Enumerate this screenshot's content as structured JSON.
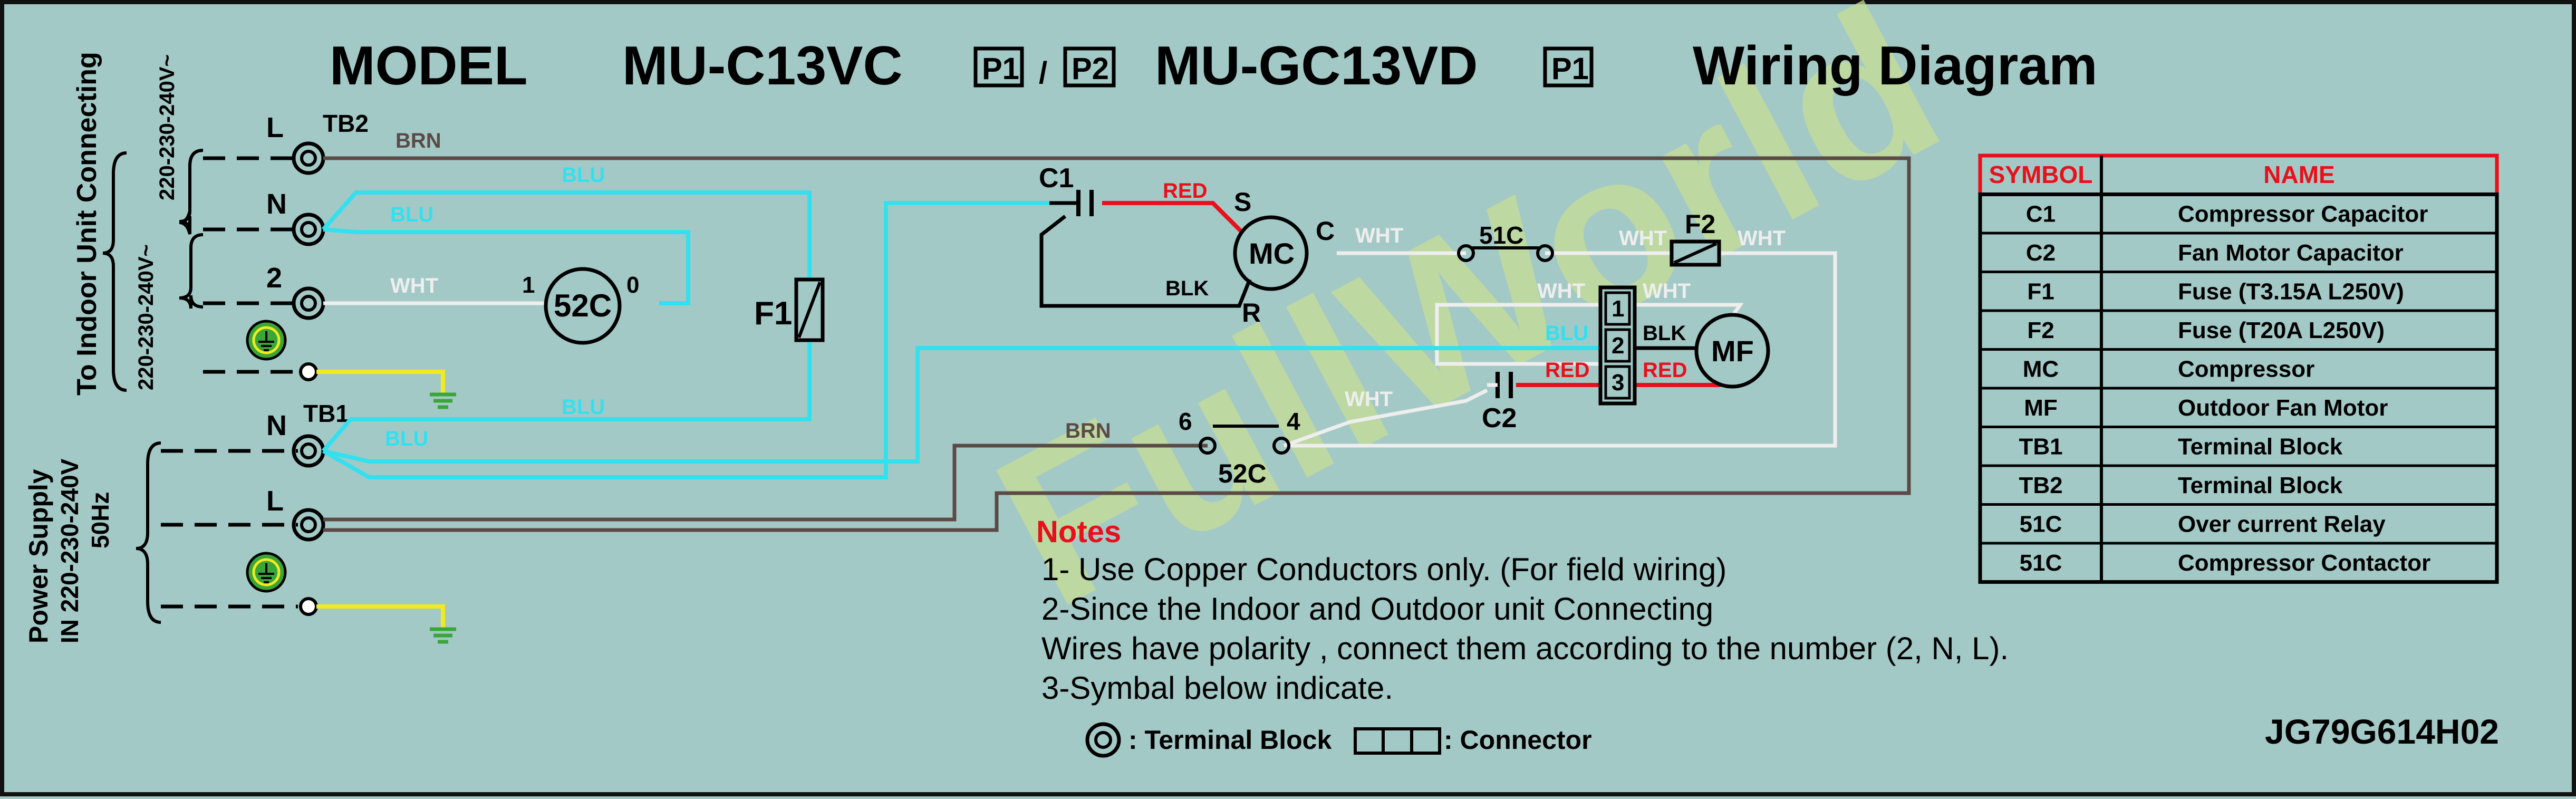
{
  "header": {
    "model_label": "MODEL",
    "model_1": "MU-C13VC",
    "badge_p1": "P1",
    "slash": "/",
    "badge_p2": "P2",
    "model_2": "MU-GC13VD",
    "badge_p1_b": "P1",
    "title": "Wiring Diagram"
  },
  "left_labels": {
    "indoor_1": "To Indoor Unit Connecting",
    "indoor_voltage_a": "220-230-240V~",
    "indoor_voltage_b": "220-230-240V~",
    "power_1": "Power   Supply",
    "power_2": "IN 220-230-240V",
    "power_3": "50Hz"
  },
  "terminals": {
    "tb2": "TB2",
    "tb1": "TB1",
    "l_top": "L",
    "n_top": "N",
    "two": "2",
    "n_bottom": "N",
    "l_bottom": "L"
  },
  "wires": {
    "brn_top": "BRN",
    "blu_1": "BLU",
    "blu_2": "BLU",
    "wht_1": "WHT",
    "blu_3": "BLU",
    "blu_4": "BLU",
    "red_1": "RED",
    "blk_1": "BLK",
    "wht_c": "WHT",
    "wht_f2_left": "WHT",
    "wht_f2_right": "WHT",
    "wht_conn_left": "WHT",
    "wht_conn_right": "WHT",
    "blk_conn": "BLK",
    "blu_conn": "BLU",
    "red_conn_left": "RED",
    "red_conn_right": "RED",
    "wht_c2": "WHT",
    "brn_52c": "BRN"
  },
  "components": {
    "c1": "C1",
    "mc": "MC",
    "s": "S",
    "c": "C",
    "r": "R",
    "f1": "F1",
    "relay_52c": "52C",
    "relay_1": "1",
    "relay_0": "0",
    "oc_51c": "51C",
    "f2": "F2",
    "conn_1": "1",
    "conn_2": "2",
    "conn_3": "3",
    "mf": "MF",
    "c2": "C2",
    "contact_6": "6",
    "contact_4": "4",
    "contact_52c": "52C"
  },
  "watermark": "FullWorld",
  "notes": {
    "heading": "Notes",
    "line1": "1- Use Copper Conductors only. (For field wiring)",
    "line2": "2-Since the Indoor and Outdoor unit Connecting",
    "line3": "Wires have polarity , connect them according to the number (2, N, L).",
    "line4": "3-Symbal below indicate.",
    "legend_terminal": ": Terminal Block",
    "legend_connector": ": Connector"
  },
  "code": "JG79G614H02",
  "symbol_table": {
    "headers": [
      "SYMBOL",
      "NAME"
    ],
    "rows": [
      [
        "C1",
        "Compressor Capacitor"
      ],
      [
        "C2",
        "Fan Motor Capacitor"
      ],
      [
        "F1",
        "Fuse (T3.15A L250V)"
      ],
      [
        "F2",
        "Fuse (T20A L250V)"
      ],
      [
        "MC",
        "Compressor"
      ],
      [
        "MF",
        "Outdoor Fan Motor"
      ],
      [
        "TB1",
        "Terminal Block"
      ],
      [
        "TB2",
        "Terminal Block"
      ],
      [
        "51C",
        "Over current Relay"
      ],
      [
        "51C",
        "Compressor Contactor"
      ]
    ]
  },
  "colors": {
    "background": "#a3c9c7",
    "blu": "#33e0ee",
    "brn": "#5b4a45",
    "wht": "#eeeeee",
    "red": "#e8101a",
    "ground": "#f2ea1e",
    "earth_green": "#3aa63a",
    "table_header": "#e8101a"
  }
}
